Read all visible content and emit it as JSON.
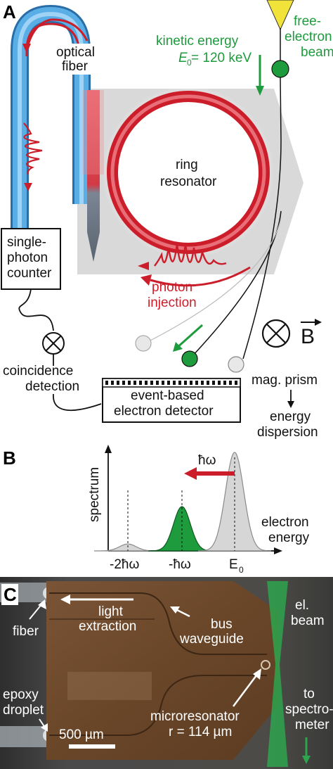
{
  "panel_a": {
    "letter": "A",
    "optical_fiber": [
      "optical",
      "fiber"
    ],
    "kinetic_energy": [
      "kinetic energy",
      "E",
      "0",
      " = 120 keV"
    ],
    "free_electron_beam": [
      "free-",
      "electron",
      "beam"
    ],
    "ring_resonator": [
      "ring",
      "resonator"
    ],
    "single_photon_counter": [
      "single-",
      "photon",
      "counter"
    ],
    "photon_injection": [
      "photon",
      "injection"
    ],
    "b_field": "B",
    "coincidence_detection": [
      "coincidence",
      "detection"
    ],
    "mag_prism": "mag. prism",
    "electron_detector": [
      "event-based",
      "electron detector"
    ],
    "energy_dispersion": [
      "energy",
      "dispersion"
    ]
  },
  "panel_b": {
    "letter": "B",
    "ylabel": "spectrum",
    "photon_energy_label": "ħω",
    "xlabel": [
      "electron",
      "energy"
    ],
    "tick_labels": [
      "-2ħω",
      "-ħω",
      "E",
      "0"
    ]
  },
  "panel_c": {
    "letter": "C",
    "fiber": "fiber",
    "light_extraction": [
      "light",
      "extraction"
    ],
    "bus_waveguide": [
      "bus",
      "waveguide"
    ],
    "el_beam": [
      "el.",
      "beam"
    ],
    "epoxy_droplet": [
      "epoxy",
      "droplet"
    ],
    "microresonator": [
      "microresonator",
      "r = 114 µm"
    ],
    "to_spectrometer": [
      "to",
      "spectro-",
      "meter"
    ],
    "scale_bar": "500 µm"
  },
  "colors": {
    "red": "#cc1e2a",
    "green": "#1e9b3c",
    "fiber_blue": "#3a8fd0",
    "chip_brown": "#6e4a2e",
    "gray_panel": "#d9d9d9",
    "yellow": "#f2e33a"
  },
  "chart_data": {
    "type": "line",
    "ylabel": "spectrum",
    "xlabel": "electron energy",
    "categories": [
      "-2ħω",
      "-ħω",
      "E0"
    ],
    "peaks": [
      {
        "position": "-2ħω",
        "relative_height": 0.07,
        "fill": "gray"
      },
      {
        "position": "-ħω",
        "relative_height": 0.45,
        "fill": "green"
      },
      {
        "position": "E0",
        "relative_height": 1.0,
        "fill": "gray"
      }
    ]
  }
}
